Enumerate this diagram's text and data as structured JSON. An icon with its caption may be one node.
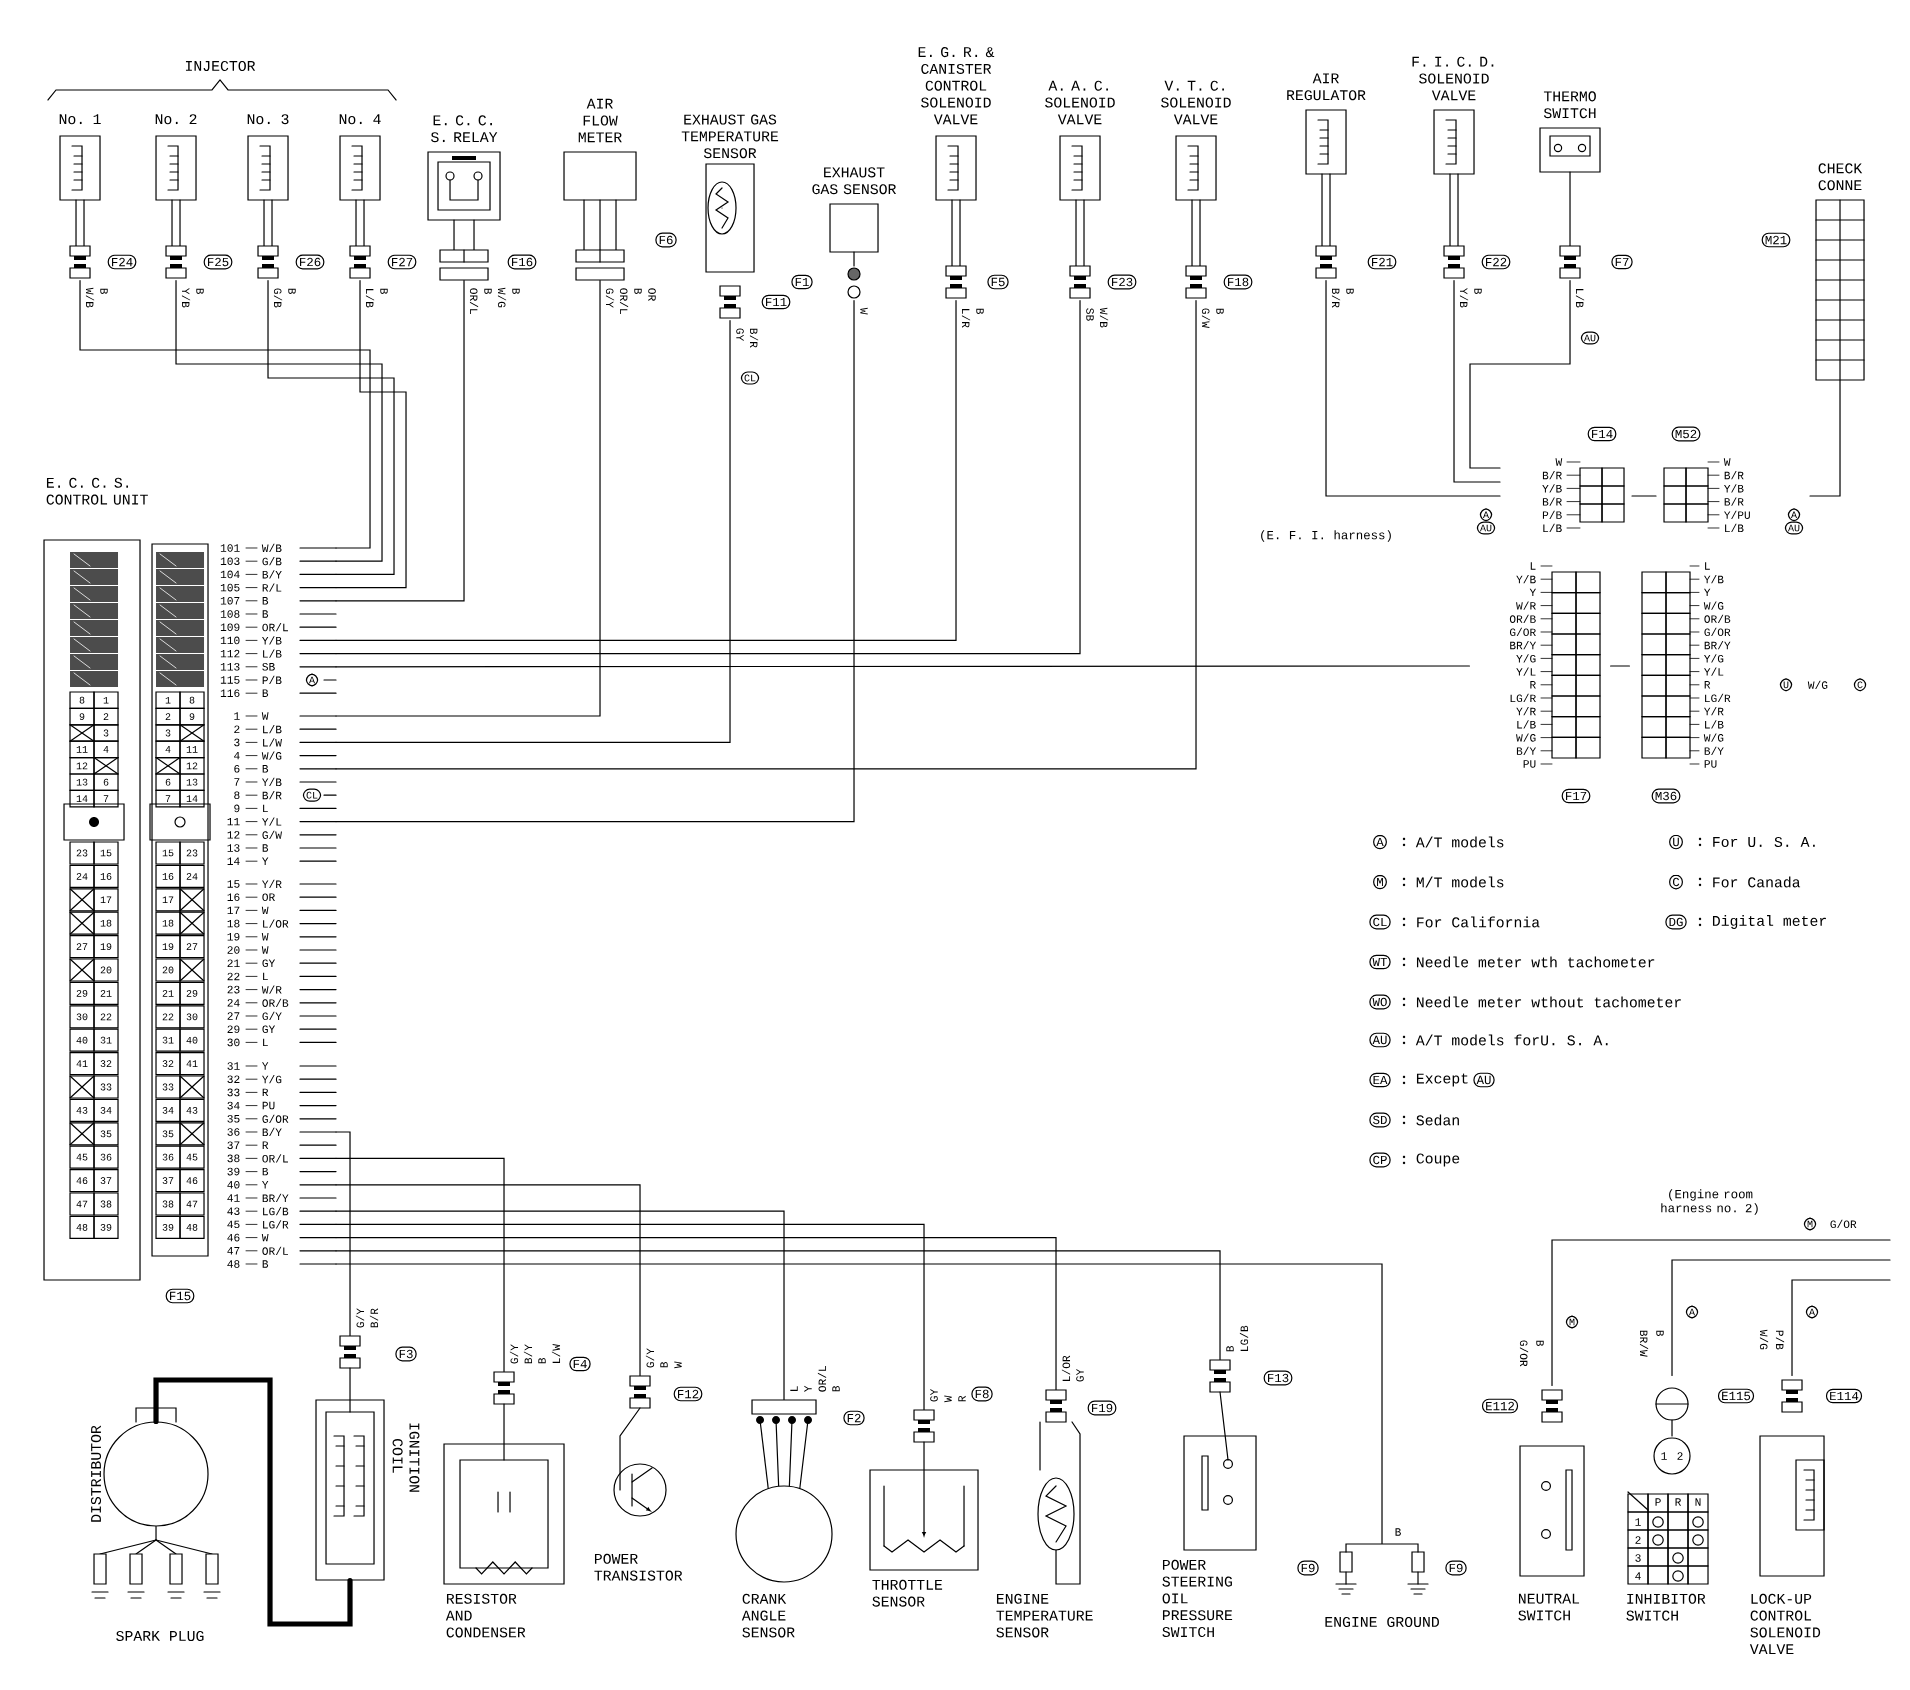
{
  "diagram": {
    "nodes": [
      {
        "text": [
          "E. C. C. S. CONTROL UNIT"
        ],
        "beside": [
          "F15"
        ]
      },
      {
        "text": [
          "No. 1"
        ],
        "beside": [
          "F24",
          "W/B",
          "B"
        ]
      },
      {
        "text": [
          "No. 2"
        ],
        "beside": [
          "F25",
          "Y/B",
          "B"
        ]
      },
      {
        "text": [
          "No. 3"
        ],
        "beside": [
          "F26",
          "G/B",
          "B"
        ]
      },
      {
        "text": [
          "No. 4"
        ],
        "beside": [
          "F27",
          "L/B",
          "B"
        ]
      },
      {
        "text": [
          "E. C. C. S. RELAY"
        ],
        "beside": [
          "F16",
          "OR/L",
          "B",
          "W/G",
          "B"
        ]
      },
      {
        "text": [
          "AIR FLOW METER"
        ],
        "beside": [
          "F6",
          "G/Y",
          "OR/L",
          "B",
          "OR"
        ]
      },
      {
        "text": [
          "EXHAUST GAS TEMPERATURE SENSOR"
        ],
        "beside": [
          "F11",
          "GY",
          "B/R",
          "CL"
        ]
      },
      {
        "text": [
          "EXHAUST GAS SENSOR"
        ],
        "beside": [
          "F1",
          "W"
        ]
      },
      {
        "text": [
          "E. G. R. & CANISTER CONTROL SOLENOID VALVE"
        ],
        "beside": [
          "F5",
          "L/R",
          "B"
        ]
      },
      {
        "text": [
          "A. A. C. SOLENOID VALVE"
        ],
        "beside": [
          "F23",
          "SB",
          "W/B"
        ]
      },
      {
        "text": [
          "V. T. C. SOLENOID VALVE"
        ],
        "beside": [
          "F18",
          "G/W",
          "B"
        ]
      },
      {
        "text": [
          "AIR REGULATOR"
        ],
        "beside": [
          "F21",
          "B/R",
          "B"
        ]
      },
      {
        "text": [
          "F. I. C. D. SOLENOID VALVE"
        ],
        "beside": [
          "F22",
          "Y/B",
          "B"
        ]
      },
      {
        "text": [
          "THERMO SWITCH"
        ],
        "beside": [
          "F7",
          "L/B",
          "AU"
        ]
      },
      {
        "text": [
          "CHECK CONNE"
        ],
        "beside": [
          "M21"
        ]
      },
      {
        "text": [
          "F14",
          "W",
          "B/R",
          "Y/B",
          "B/R",
          "P/B",
          "L/B"
        ]
      },
      {
        "text": [
          "M52",
          "W",
          "B/R",
          "Y/B",
          "B/R",
          "Y/PU",
          "L/B"
        ]
      },
      {
        "text": [
          "F17",
          "L",
          "Y/B",
          "Y",
          "W/R",
          "OR/B",
          "G/OR",
          "BR/Y",
          "Y/G",
          "Y/L",
          "R",
          "LG/R",
          "Y/R",
          "L/B",
          "W/G",
          "B/Y",
          "PU"
        ]
      },
      {
        "text": [
          "M36",
          "L",
          "Y/B",
          "Y",
          "W/G",
          "OR/B",
          "G/OR",
          "BR/Y",
          "Y/G",
          "Y/L",
          "R",
          "LG/R",
          "Y/R",
          "L/B",
          "W/G",
          "B/Y",
          "PU"
        ]
      },
      {
        "text": [
          "DISTRIBUTOR"
        ]
      },
      {
        "text": [
          "SPARK PLUG"
        ]
      },
      {
        "text": [
          "IGNITION COIL"
        ],
        "beside": [
          "F3",
          "G/Y",
          "B/R"
        ]
      },
      {
        "text": [
          "RESISTOR AND CONDENSER"
        ],
        "beside": [
          "F4",
          "G/Y",
          "B/Y",
          "B",
          "L/W"
        ]
      },
      {
        "text": [
          "POWER TRANSISTOR"
        ],
        "beside": [
          "F12",
          "G/Y",
          "B",
          "W"
        ]
      },
      {
        "text": [
          "CRANK ANGLE SENSOR"
        ],
        "beside": [
          "F2",
          "L",
          "Y",
          "OR/L",
          "B"
        ]
      },
      {
        "text": [
          "THROTTLE SENSOR"
        ],
        "beside": [
          "F8",
          "GY",
          "W",
          "R"
        ]
      },
      {
        "text": [
          "ENGINE TEMPERATURE SENSOR"
        ],
        "beside": [
          "F19",
          "L/OR",
          "GY"
        ]
      },
      {
        "text": [
          "POWER STEERING OIL PRESSURE SWITCH"
        ],
        "beside": [
          "F13",
          "B",
          "LG/B"
        ]
      },
      {
        "text": [
          "ENGINE GROUND"
        ],
        "beside": [
          "F9",
          "B",
          "F9"
        ]
      },
      {
        "text": [
          "NEUTRAL SWITCH"
        ],
        "beside": [
          "E112",
          "M",
          "G/OR",
          "B"
        ]
      },
      {
        "text": [
          "INHIBITOR SWITCH"
        ],
        "beside": [
          "E115",
          "A",
          "BR/W",
          "B"
        ]
      },
      {
        "text": [
          "LOCK-UP CONTROL SOLENOID VALVE"
        ],
        "beside": [
          "E114",
          "A",
          "W/G",
          "P/B"
        ]
      }
    ],
    "edges": [
      {
        "from": 1,
        "to": 0,
        "arrow": "none"
      },
      {
        "from": 2,
        "to": 0,
        "arrow": "none"
      },
      {
        "from": 3,
        "to": 0,
        "arrow": "none"
      },
      {
        "from": 4,
        "to": 0,
        "arrow": "none"
      },
      {
        "from": 5,
        "to": 0,
        "arrow": "none"
      },
      {
        "from": 6,
        "to": 0,
        "arrow": "none"
      },
      {
        "from": 7,
        "to": 0,
        "arrow": "none"
      },
      {
        "from": 8,
        "to": 0,
        "arrow": "none"
      },
      {
        "from": 9,
        "to": 0,
        "arrow": "none"
      },
      {
        "from": 10,
        "to": 0,
        "arrow": "none"
      },
      {
        "from": 11,
        "to": 0,
        "arrow": "none"
      },
      {
        "from": 18,
        "to": 0,
        "arrow": "none"
      },
      {
        "from": 22,
        "to": 0,
        "arrow": "none"
      },
      {
        "from": 23,
        "to": 0,
        "arrow": "none"
      },
      {
        "from": 24,
        "to": 0,
        "arrow": "none"
      },
      {
        "from": 25,
        "to": 0,
        "arrow": "none"
      },
      {
        "from": 26,
        "to": 0,
        "arrow": "none"
      },
      {
        "from": 27,
        "to": 0,
        "arrow": "none"
      },
      {
        "from": 28,
        "to": 0,
        "arrow": "none"
      },
      {
        "from": 29,
        "to": 0,
        "arrow": "none"
      },
      {
        "from": 20,
        "to": 21,
        "arrow": "none"
      },
      {
        "from": 22,
        "to": 20,
        "arrow": "none",
        "style": "thick"
      },
      {
        "from": 12,
        "to": 16,
        "arrow": "none"
      },
      {
        "from": 13,
        "to": 16,
        "arrow": "none"
      },
      {
        "from": 14,
        "to": 16,
        "arrow": "none"
      },
      {
        "from": 16,
        "to": 17,
        "arrow": "none"
      },
      {
        "from": 17,
        "to": 15,
        "arrow": "none"
      },
      {
        "from": 18,
        "to": 19,
        "arrow": "none"
      },
      {
        "from": 30,
        "to": null,
        "arrow": "none"
      },
      {
        "from": 31,
        "to": null,
        "arrow": "none"
      },
      {
        "from": 32,
        "to": null,
        "arrow": "none"
      }
    ],
    "labels": [
      "INJECTOR",
      "101",
      "W/B",
      "103",
      "G/B",
      "104",
      "B/Y",
      "105",
      "R/L",
      "107",
      "B",
      "108",
      "B",
      "109",
      "OR/L",
      "110",
      "Y/B",
      "112",
      "L/B",
      "113",
      "SB",
      "115",
      "P/B",
      "A",
      "116",
      "B",
      "1",
      "W",
      "2",
      "L/B",
      "3",
      "L/W",
      "4",
      "W/G",
      "6",
      "B",
      "7",
      "Y/B",
      "8",
      "B/R",
      "CL",
      "9",
      "L",
      "11",
      "Y/L",
      "12",
      "G/W",
      "13",
      "B",
      "14",
      "Y",
      "15",
      "Y/R",
      "16",
      "OR",
      "17",
      "W",
      "18",
      "L/OR",
      "19",
      "W",
      "20",
      "W",
      "21",
      "GY",
      "22",
      "L",
      "23",
      "W/R",
      "24",
      "OR/B",
      "27",
      "G/Y",
      "29",
      "GY",
      "30",
      "L",
      "31",
      "Y",
      "32",
      "Y/G",
      "33",
      "R",
      "34",
      "PU",
      "35",
      "G/OR",
      "36",
      "B/Y",
      "37",
      "R",
      "38",
      "OR/L",
      "39",
      "B",
      "40",
      "Y",
      "41",
      "BR/Y",
      "43",
      "LG/B",
      "45",
      "LG/R",
      "46",
      "W",
      "47",
      "OR/L",
      "48",
      "B",
      "8",
      "1",
      "1",
      "8",
      "9",
      "2",
      "2",
      "9",
      "3",
      "3",
      "11",
      "4",
      "4",
      "11",
      "12",
      "12",
      "13",
      "6",
      "6",
      "13",
      "14",
      "7",
      "7",
      "14",
      "23",
      "15",
      "15",
      "23",
      "24",
      "16",
      "16",
      "24",
      "17",
      "17",
      "18",
      "18",
      "27",
      "19",
      "19",
      "27",
      "20",
      "20",
      "29",
      "21",
      "21",
      "29",
      "30",
      "22",
      "22",
      "30",
      "40",
      "31",
      "31",
      "40",
      "41",
      "32",
      "32",
      "41",
      "33",
      "33",
      "43",
      "34",
      "34",
      "43",
      "35",
      "35",
      "45",
      "36",
      "36",
      "45",
      "46",
      "37",
      "37",
      "46",
      "47",
      "38",
      "38",
      "47",
      "48",
      "39",
      "39",
      "48",
      "(E. F. I. harness)",
      "A",
      "AU",
      "A",
      "AU",
      "U",
      "W/G",
      "C",
      "P",
      "R",
      "N",
      "1",
      "2",
      "3",
      "4",
      "1",
      "2",
      "(Engine room harness no. 2)",
      "M",
      "G/OR",
      "A",
      "U",
      "M",
      "C",
      "CL",
      "DG",
      "WT",
      "WO",
      "AU",
      "EA",
      "AU",
      "SD",
      "CP"
    ],
    "legend": [
      {
        "text": "A/T models"
      },
      {
        "text": "For U. S. A."
      },
      {
        "text": "M/T models"
      },
      {
        "text": "For Canada"
      },
      {
        "text": "For California"
      },
      {
        "text": "Digital meter"
      },
      {
        "text": "Needle meter wth tachometer"
      },
      {
        "text": "Needle meter wthout tachometer"
      },
      {
        "text": "A/T models forU. S. A."
      },
      {
        "text": "Except"
      },
      {
        "text": "Sedan"
      },
      {
        "text": "Coupe"
      }
    ]
  }
}
